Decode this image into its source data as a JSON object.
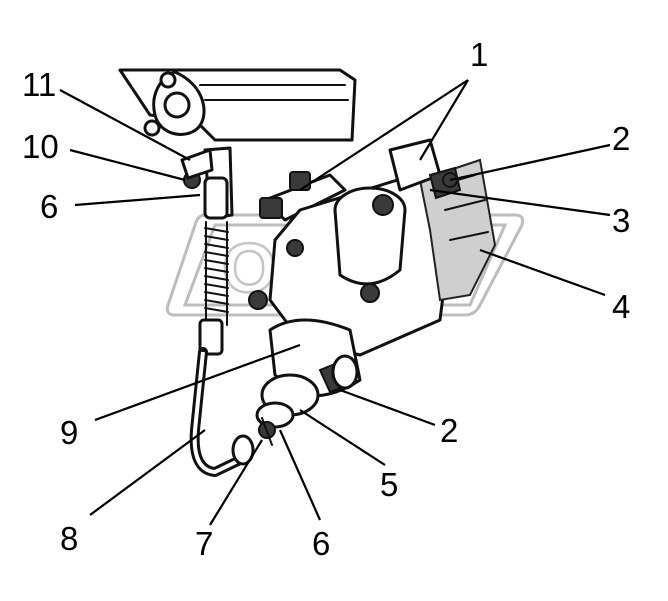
{
  "callouts": {
    "c1": "1",
    "c2_top": "2",
    "c3": "3",
    "c4": "4",
    "c11": "11",
    "c10": "10",
    "c6_left": "6",
    "c9": "9",
    "c2_bottom": "2",
    "c5": "5",
    "c8": "8",
    "c7": "7",
    "c6_bottom": "6"
  },
  "watermark": {
    "text": "OPEX"
  }
}
